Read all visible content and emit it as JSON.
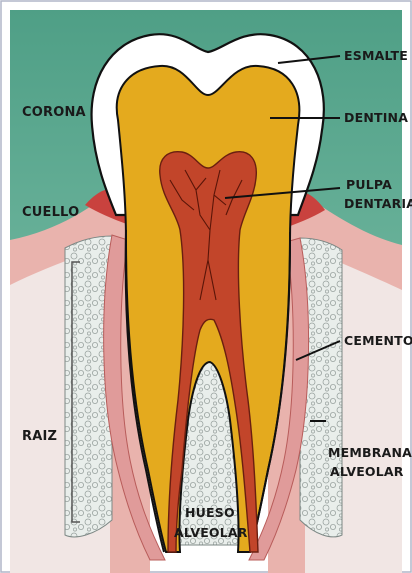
{
  "labels": {
    "esmalte": "ESMALTE",
    "dentina": "DENTINA",
    "pulpa_line1": "PULPA",
    "pulpa_line2": "DENTARIA",
    "cemento": "CEMENTO",
    "membrana_line1": "MEMBRANA",
    "membrana_line2": "ALVEOLAR",
    "hueso_line1": "HUESO",
    "hueso_line2": "ALVEOLAR",
    "corona": "CORONA",
    "cuello": "CUELLO",
    "raiz": "RAIZ"
  },
  "colors": {
    "background_top": "#5aa88e",
    "gum": "#e7a8a3",
    "gum_edge": "#c9423e",
    "bone": "#e6ebe8",
    "enamel": "#ffffff",
    "dentin": "#e4aa1e",
    "pulp": "#c2452a",
    "cementum": "#e0a3a3",
    "outline": "#111111"
  }
}
